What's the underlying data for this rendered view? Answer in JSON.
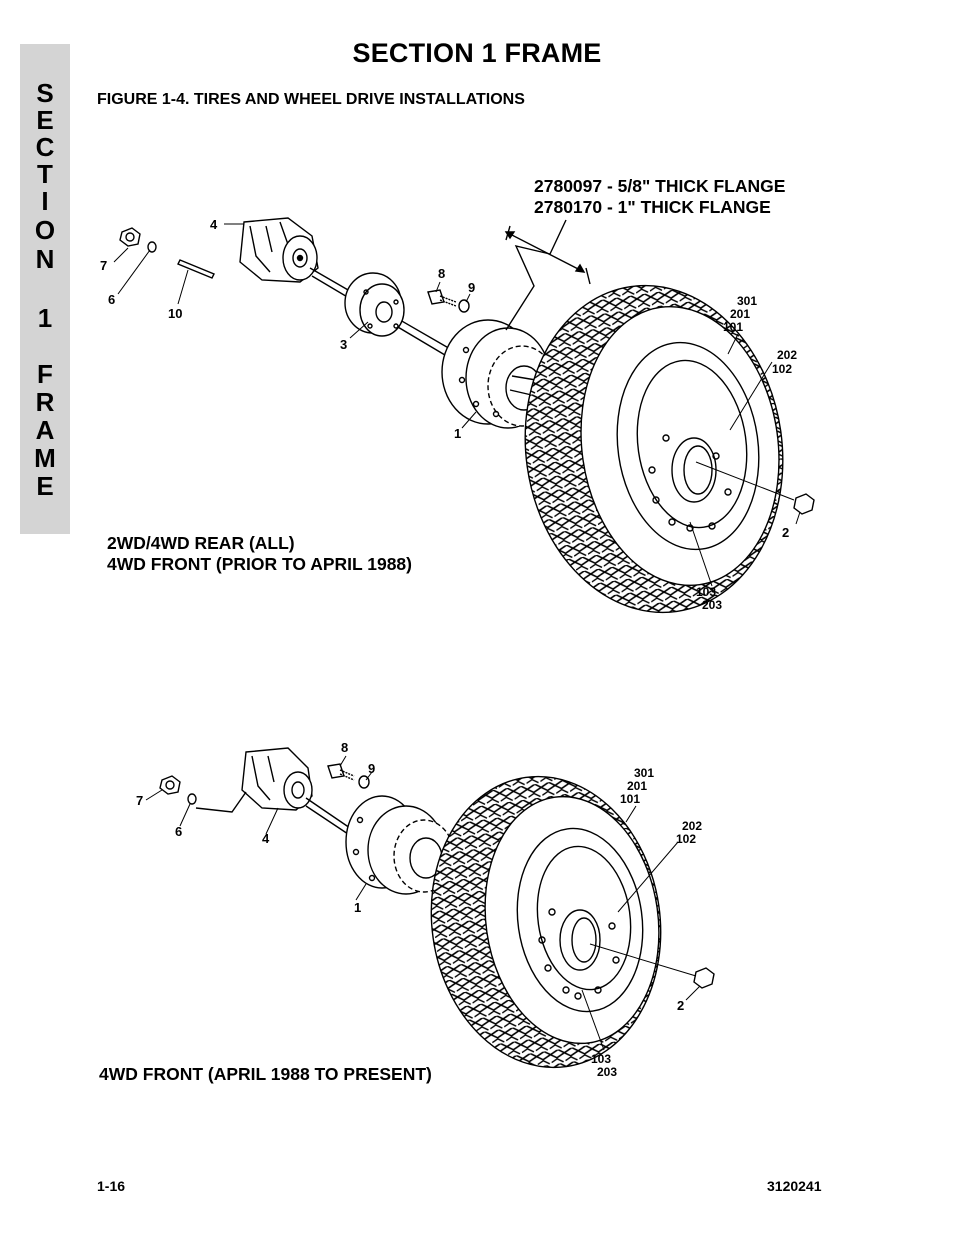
{
  "side_tab": {
    "letters": [
      "S",
      "E",
      "C",
      "T",
      "I",
      "O",
      "N",
      "1",
      "F",
      "R",
      "A",
      "M",
      "E"
    ]
  },
  "page_title": "SECTION 1  FRAME",
  "figure_title": "FIGURE 1-4.    TIRES AND WHEEL DRIVE INSTALLATIONS",
  "top_drawing": {
    "flange_line_1": "2780097 - 5/8\" THICK FLANGE",
    "flange_line_2": "2780170 - 1\" THICK FLANGE",
    "caption_line_1": "2WD/4WD REAR (ALL)",
    "caption_line_2": "4WD FRONT (PRIOR TO APRIL 1988)",
    "callouts": {
      "c4": "4",
      "c7": "7",
      "c6": "6",
      "c10": "10",
      "c8": "8",
      "c9": "9",
      "c3": "3",
      "c1": "1",
      "c301": "301",
      "c201": "201",
      "c101": "101",
      "c202": "202",
      "c102": "102",
      "c2": "2",
      "c103": "103",
      "c203": "203"
    }
  },
  "bottom_drawing": {
    "caption": "4WD FRONT (APRIL 1988 TO PRESENT)",
    "callouts": {
      "c8": "8",
      "c9": "9",
      "c7": "7",
      "c6": "6",
      "c4": "4",
      "c1": "1",
      "c301": "301",
      "c201": "201",
      "c101": "101",
      "c202": "202",
      "c102": "102",
      "c2": "2",
      "c103": "103",
      "c203": "203"
    }
  },
  "footer": {
    "page_number": "1-16",
    "doc_number": "3120241"
  }
}
